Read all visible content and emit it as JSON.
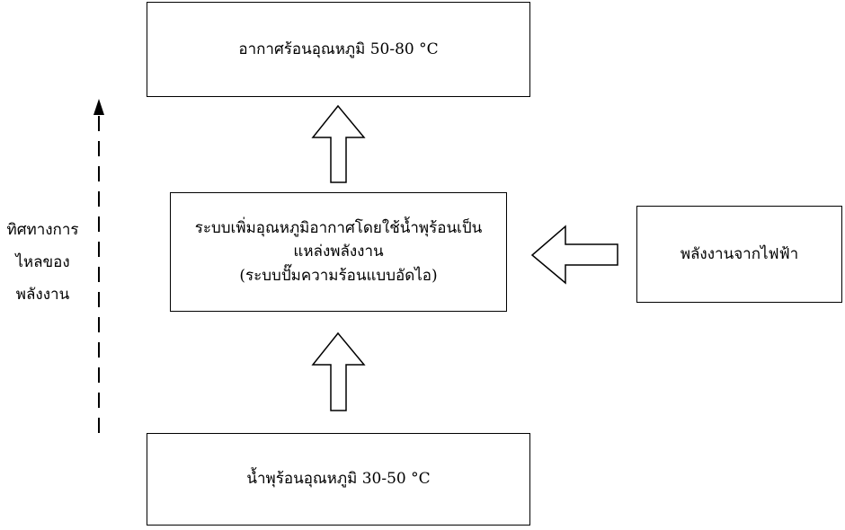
{
  "flow_direction_label": {
    "line1": "ทิศทางการ",
    "line2": "ไหลของ",
    "line3": "พลังงาน"
  },
  "top_box": {
    "text": "อากาศร้อนอุณหภูมิ 50-80 °C"
  },
  "middle_box": {
    "line1": "ระบบเพิ่มอุณหภูมิอากาศโดยใช้น้ำพุร้อนเป็น",
    "line2": "แหล่งพลังงาน",
    "line3": "(ระบบปั๊มความร้อนแบบอัดไอ)"
  },
  "bottom_box": {
    "text": "น้ำพุร้อนอุณหภูมิ 30-50 °C"
  },
  "right_box": {
    "text": "พลังงานจากไฟฟ้า"
  }
}
